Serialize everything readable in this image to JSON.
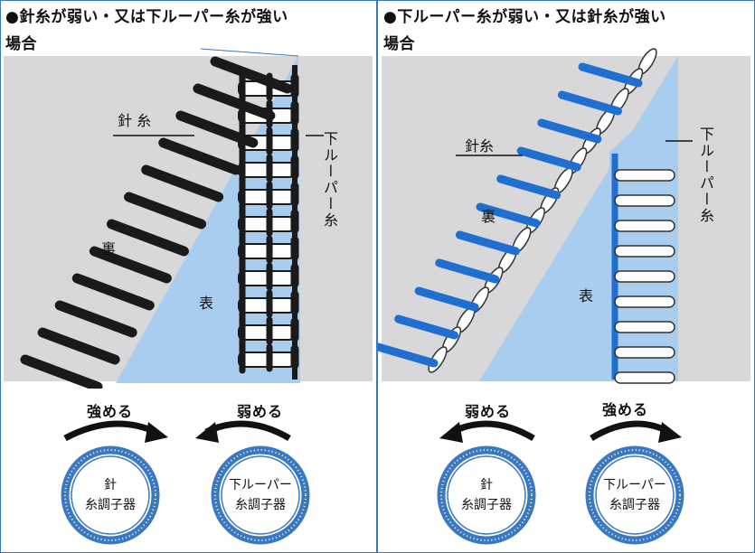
{
  "left": {
    "title_line1": "●針糸が弱い・又は下ルーパー糸が強い",
    "title_line2": "場合",
    "needle_thread_label": "針 糸",
    "lower_looper_label": "下ルーパー糸",
    "back_label": "裏",
    "front_label": "表",
    "left_arrow_label": "強める",
    "right_arrow_label": "弱める",
    "dial_left_line1": "針",
    "dial_left_line2": "糸調子器",
    "dial_right_line1": "下ルーパー",
    "dial_right_line2": "糸調子器"
  },
  "right": {
    "title_line1": "●下ルーパー糸が弱い・又は針糸が強い",
    "title_line2": "場合",
    "needle_thread_label": "針糸",
    "lower_looper_label": "下ルーパー糸",
    "back_label": "裏",
    "front_label": "表",
    "left_arrow_label": "弱める",
    "right_arrow_label": "強める",
    "dial_left_line1": "針",
    "dial_left_line2": "糸調子器",
    "dial_right_line1": "下ルーパー",
    "dial_right_line2": "糸調子器"
  },
  "colors": {
    "fabric_gray": "#d8d8da",
    "fabric_blue": "#a9cdee",
    "needle_thread_left": "#1a1a1a",
    "thread_blue": "#1f6fd1",
    "border": "#3a78bf"
  }
}
